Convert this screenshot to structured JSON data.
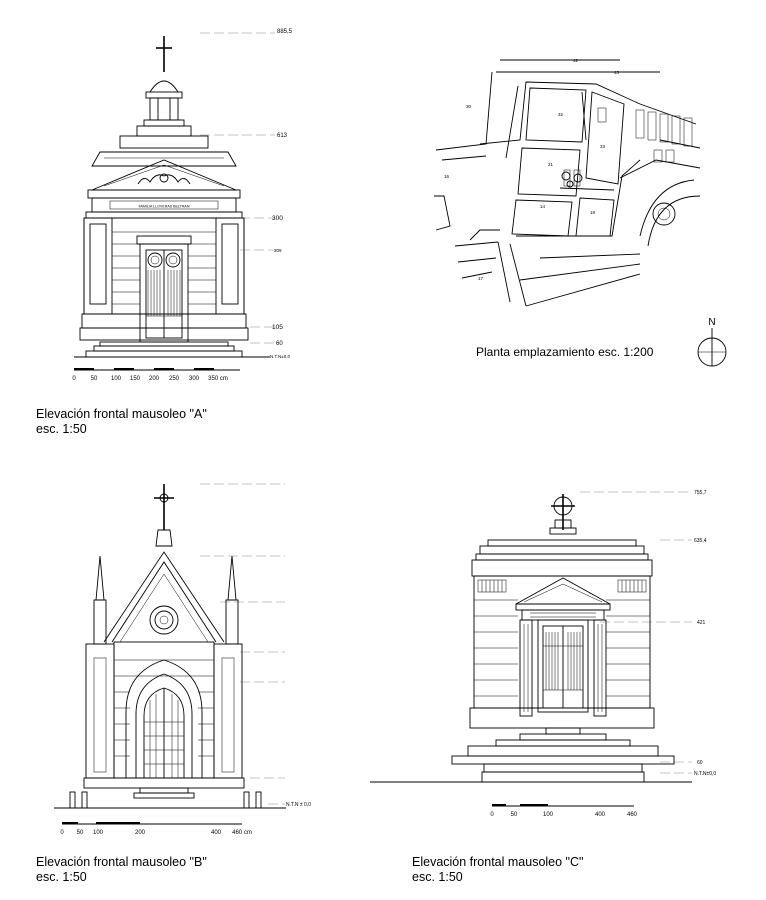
{
  "elevation_a": {
    "caption_title": "Elevación frontal mausoleo \"A\"",
    "caption_scale": "esc. 1:50",
    "levels": [
      "885,5",
      "613",
      "300",
      "309",
      "105",
      "60",
      "N.T.N±0,0"
    ],
    "inscription": "FAMILIA LLOVERAS BELTRAN",
    "scale_labels": [
      "0",
      "50",
      "100",
      "150",
      "200",
      "250",
      "300",
      "350 cm"
    ]
  },
  "site_plan": {
    "caption": "Planta emplazamiento esc. 1:200",
    "north_label": "N",
    "lot_numbers": [
      "42",
      "43",
      "30",
      "32",
      "33",
      "21",
      "16",
      "14",
      "19",
      "17"
    ]
  },
  "elevation_b": {
    "caption_title": "Elevación frontal mausoleo \"B\"",
    "caption_scale": "esc. 1:50",
    "levels": [
      "N.T.N ± 0,0"
    ],
    "scale_labels": [
      "0",
      "50",
      "100",
      "200",
      "400",
      "460 cm"
    ]
  },
  "elevation_c": {
    "caption_title": "Elevación frontal mausoleo \"C\"",
    "caption_scale": "esc. 1:50",
    "levels": [
      "755,7",
      "635,4",
      "421",
      "60",
      "N.T.N±0,0"
    ],
    "scale_labels": [
      "0",
      "50",
      "100",
      "400",
      "460"
    ]
  }
}
